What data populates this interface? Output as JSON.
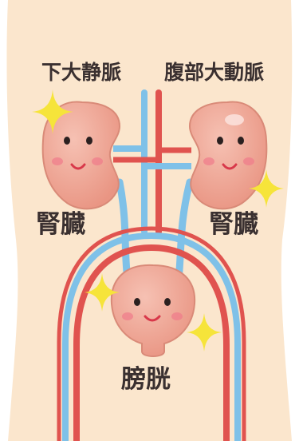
{
  "labels": {
    "inferior_vena_cava": "下大静脈",
    "abdominal_aorta": "腹部大動脈",
    "kidney_left": "腎臓",
    "kidney_right": "腎臓",
    "bladder": "膀胱"
  },
  "colors": {
    "skin": "#fbe6cd",
    "vein": "#7fc1e8",
    "artery": "#e0534f",
    "organ": "#eea594",
    "organ_outline": "#d98a78",
    "cheek": "#f07b8a",
    "sparkle": "#f6e43a",
    "text": "#3a3030"
  }
}
